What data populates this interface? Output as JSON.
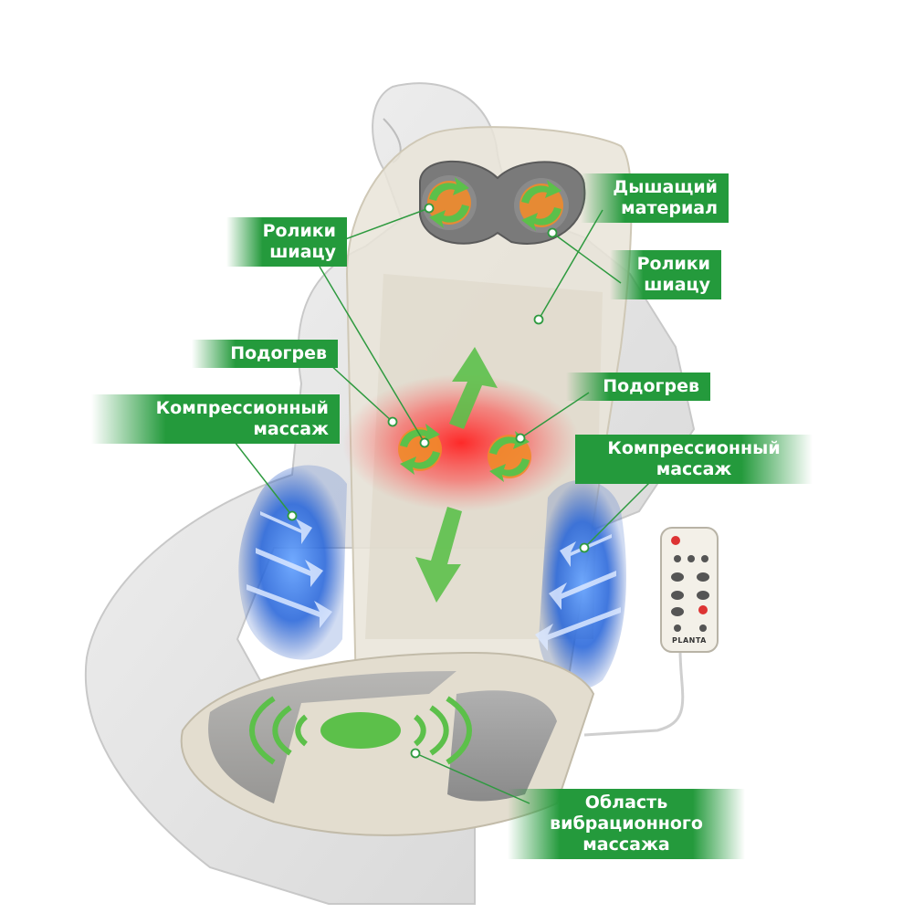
{
  "labels": {
    "rollers_top_left": [
      "Ролики",
      "шиацу"
    ],
    "breathable_material": [
      "Дышащий",
      "материал"
    ],
    "rollers_top_right": [
      "Ролики",
      "шиацу"
    ],
    "heating_left": "Подогрев",
    "heating_right": "Подогрев",
    "compression_left": [
      "Компрессионный",
      "массаж"
    ],
    "compression_right": [
      "Компрессионный",
      "массаж"
    ],
    "vibration_area": [
      "Область",
      "вибрационного",
      "массажа"
    ]
  },
  "remote": {
    "brand": "PLANTA"
  },
  "colors": {
    "label_green": "#249a3c",
    "arrow_green": "#5cc04a",
    "heat_red": "#ff3030",
    "compression_blue": "#2b6ee0",
    "cushion_beige": "#e9e4d8",
    "pad_gray": "#9a9a9a"
  }
}
